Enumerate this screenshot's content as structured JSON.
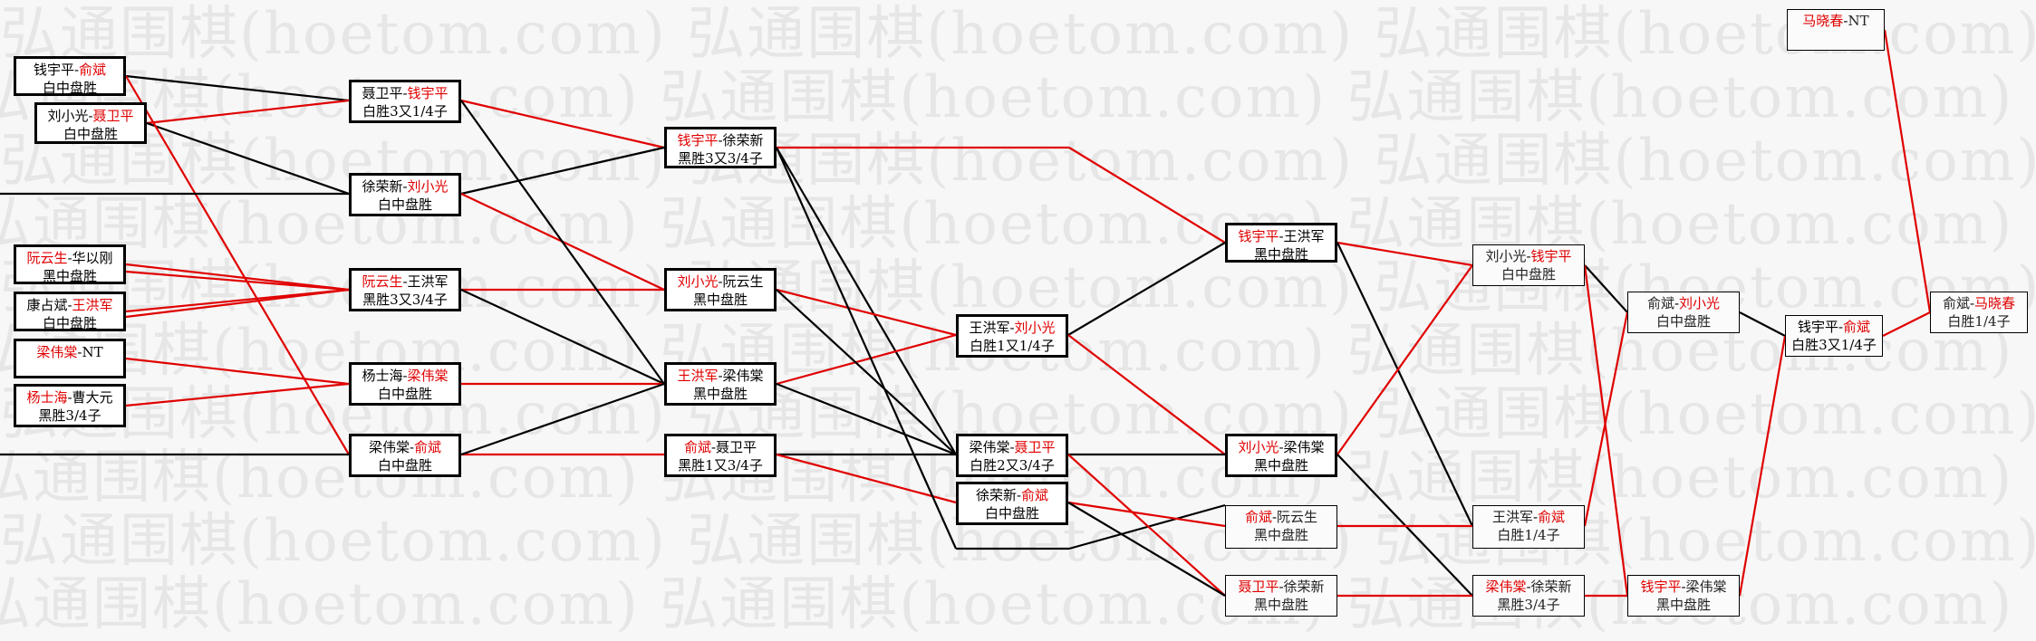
{
  "watermark": "弘通围棋(hoetom.com) 弘通围棋(hoetom.com) 弘通围棋(hoetom.com) 弘通围棋",
  "colors": {
    "winner": "#e00000",
    "line_red": "#e00000",
    "line_black": "#000000"
  },
  "matches": [
    {
      "id": "r0a",
      "a": "钱宇平",
      "b": "俞斌",
      "winner": "b",
      "result": "白中盘胜"
    },
    {
      "id": "r0b",
      "a": "刘小光",
      "b": "聂卫平",
      "winner": "b",
      "result": "白中盘胜"
    },
    {
      "id": "r0c",
      "a": "阮云生",
      "b": "华以刚",
      "winner": "a",
      "result": "黑中盘胜"
    },
    {
      "id": "r0d",
      "a": "康占斌",
      "b": "王洪军",
      "winner": "b",
      "result": "白中盘胜"
    },
    {
      "id": "r0e",
      "a": "梁伟棠",
      "b": "NT",
      "winner": "a",
      "result": ""
    },
    {
      "id": "r0f",
      "a": "杨士海",
      "b": "曹大元",
      "winner": "a",
      "result": "黑胜3/4子"
    },
    {
      "id": "r1a",
      "a": "聂卫平",
      "b": "钱宇平",
      "winner": "b",
      "result": "白胜3又1/4子"
    },
    {
      "id": "r1b",
      "a": "徐荣新",
      "b": "刘小光",
      "winner": "b",
      "result": "白中盘胜"
    },
    {
      "id": "r1c",
      "a": "阮云生",
      "b": "王洪军",
      "winner": "a",
      "result": "黑胜3又3/4子"
    },
    {
      "id": "r1d",
      "a": "杨士海",
      "b": "梁伟棠",
      "winner": "b",
      "result": "白中盘胜"
    },
    {
      "id": "r1e",
      "a": "梁伟棠",
      "b": "俞斌",
      "winner": "b",
      "result": "白中盘胜"
    },
    {
      "id": "r2a",
      "a": "钱宇平",
      "b": "徐荣新",
      "winner": "a",
      "result": "黑胜3又3/4子"
    },
    {
      "id": "r2b",
      "a": "刘小光",
      "b": "阮云生",
      "winner": "a",
      "result": "黑中盘胜"
    },
    {
      "id": "r2c",
      "a": "王洪军",
      "b": "梁伟棠",
      "winner": "a",
      "result": "黑中盘胜"
    },
    {
      "id": "r2d",
      "a": "俞斌",
      "b": "聂卫平",
      "winner": "a",
      "result": "黑胜1又3/4子"
    },
    {
      "id": "r3a",
      "a": "王洪军",
      "b": "刘小光",
      "winner": "b",
      "result": "白胜1又1/4子"
    },
    {
      "id": "r3b",
      "a": "梁伟棠",
      "b": "聂卫平",
      "winner": "b",
      "result": "白胜2又3/4子"
    },
    {
      "id": "r3c",
      "a": "徐荣新",
      "b": "俞斌",
      "winner": "b",
      "result": "白中盘胜"
    },
    {
      "id": "r4a",
      "a": "钱宇平",
      "b": "王洪军",
      "winner": "a",
      "result": "黑中盘胜"
    },
    {
      "id": "r4b",
      "a": "刘小光",
      "b": "梁伟棠",
      "winner": "a",
      "result": "黑中盘胜"
    },
    {
      "id": "r4c",
      "a": "俞斌",
      "b": "阮云生",
      "winner": "a",
      "result": "黑中盘胜"
    },
    {
      "id": "r4d",
      "a": "聂卫平",
      "b": "徐荣新",
      "winner": "a",
      "result": "黑中盘胜"
    },
    {
      "id": "r5a",
      "a": "刘小光",
      "b": "钱宇平",
      "winner": "b",
      "result": "白中盘胜"
    },
    {
      "id": "r5b",
      "a": "王洪军",
      "b": "俞斌",
      "winner": "b",
      "result": "白胜1/4子"
    },
    {
      "id": "r5c",
      "a": "梁伟棠",
      "b": "徐荣新",
      "winner": "a",
      "result": "黑胜3/4子"
    },
    {
      "id": "r6a",
      "a": "俞斌",
      "b": "刘小光",
      "winner": "b",
      "result": "白中盘胜"
    },
    {
      "id": "r6b",
      "a": "钱宇平",
      "b": "梁伟棠",
      "winner": "a",
      "result": "黑中盘胜"
    },
    {
      "id": "r7a",
      "a": "钱宇平",
      "b": "俞斌",
      "winner": "b",
      "result": "白胜3又1/4子"
    },
    {
      "id": "r8a",
      "a": "俞斌",
      "b": "马晓春",
      "winner": "b",
      "result": "白胜1/4子"
    },
    {
      "id": "rtop",
      "a": "马晓春",
      "b": "NT",
      "winner": "a",
      "result": ""
    }
  ]
}
